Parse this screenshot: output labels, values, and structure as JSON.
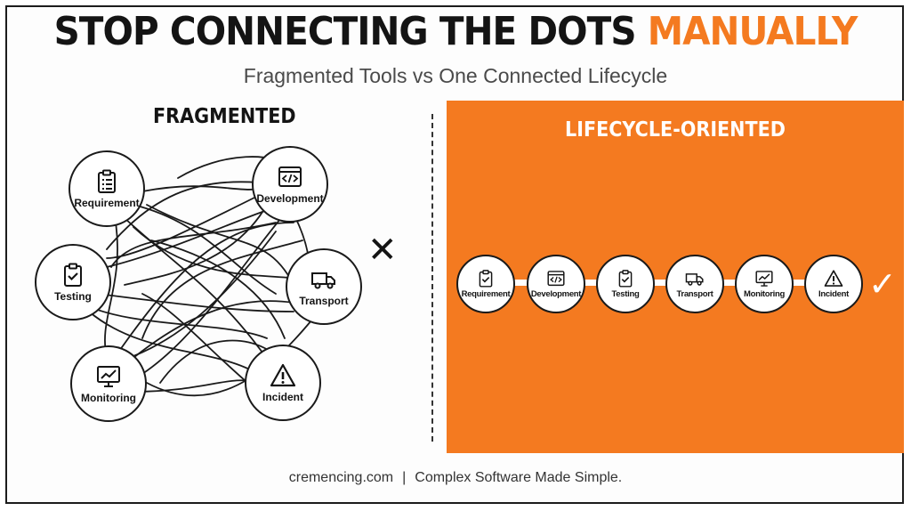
{
  "title": {
    "main": "STOP CONNECTING THE DOTS",
    "accent": "MANUALLY"
  },
  "subtitle": "Fragmented Tools vs One Connected Lifecycle",
  "left": {
    "heading": "FRAGMENTED",
    "mark": "✕",
    "nodes": [
      {
        "label": "Requirement",
        "icon": "clipboard-list-icon"
      },
      {
        "label": "Development",
        "icon": "code-window-icon"
      },
      {
        "label": "Testing",
        "icon": "clipboard-check-icon"
      },
      {
        "label": "Transport",
        "icon": "truck-icon"
      },
      {
        "label": "Monitoring",
        "icon": "monitor-chart-icon"
      },
      {
        "label": "Incident",
        "icon": "warning-triangle-icon"
      }
    ]
  },
  "right": {
    "heading": "LIFECYCLE-ORIENTED",
    "mark": "✓",
    "nodes": [
      {
        "label": "Requirement",
        "icon": "clipboard-check-icon"
      },
      {
        "label": "Development",
        "icon": "code-window-icon"
      },
      {
        "label": "Testing",
        "icon": "clipboard-check-icon"
      },
      {
        "label": "Transport",
        "icon": "truck-icon"
      },
      {
        "label": "Monitoring",
        "icon": "monitor-chart-icon"
      },
      {
        "label": "Incident",
        "icon": "warning-triangle-icon"
      }
    ]
  },
  "footer": {
    "site": "cremencing.com",
    "separator": "|",
    "tagline": "Complex Software Made Simple."
  },
  "colors": {
    "accent": "#f47a20",
    "ink": "#141414",
    "panel": "#f47a20"
  }
}
